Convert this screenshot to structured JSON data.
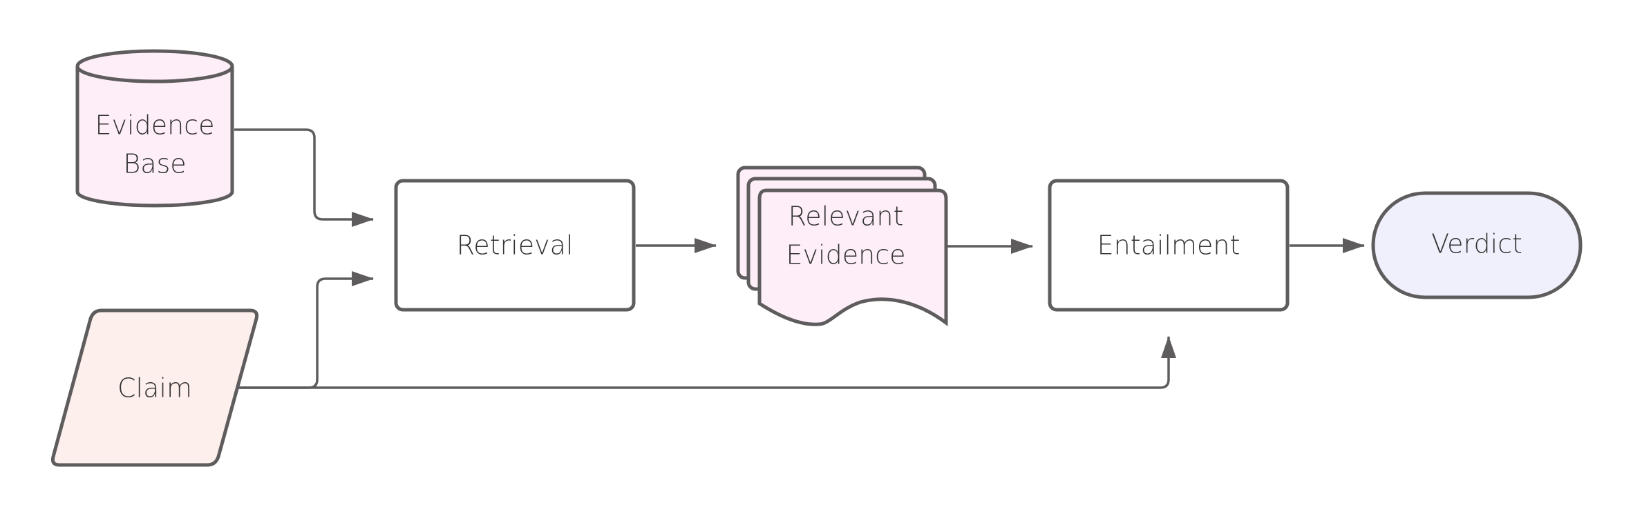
{
  "diagram": {
    "nodes": {
      "evidence_base": {
        "line1": "Evidence",
        "line2": "Base",
        "fill": "#fdeef8",
        "shape": "cylinder"
      },
      "claim": {
        "label": "Claim",
        "fill": "#fcefec",
        "shape": "parallelogram"
      },
      "retrieval": {
        "label": "Retrieval",
        "fill": "#ffffff",
        "shape": "rounded-rectangle"
      },
      "relevant_evidence": {
        "line1": "Relevant",
        "line2": "Evidence",
        "fill": "#fdeef8",
        "shape": "multi-document"
      },
      "entailment": {
        "label": "Entailment",
        "fill": "#ffffff",
        "shape": "rounded-rectangle"
      },
      "verdict": {
        "label": "Verdict",
        "fill": "#eff0fb",
        "shape": "stadium"
      }
    },
    "edges": [
      {
        "from": "Evidence Base",
        "to": "Retrieval"
      },
      {
        "from": "Claim",
        "to": "Retrieval"
      },
      {
        "from": "Retrieval",
        "to": "Relevant Evidence"
      },
      {
        "from": "Relevant Evidence",
        "to": "Entailment"
      },
      {
        "from": "Claim",
        "to": "Entailment"
      },
      {
        "from": "Entailment",
        "to": "Verdict"
      }
    ],
    "colors": {
      "stroke": "#5f5c5e",
      "text": "#333333"
    }
  }
}
